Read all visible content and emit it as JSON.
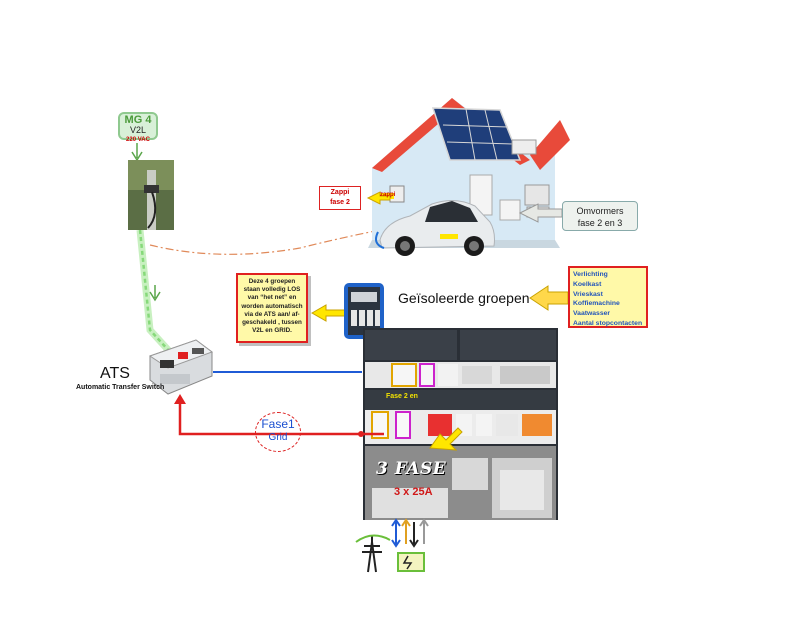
{
  "ev_source": {
    "brand": "MG 4",
    "mode": "V2L",
    "voltage": "220 VAC"
  },
  "ats": {
    "title": "ATS",
    "subtitle": "Automatic Transfer Switch"
  },
  "zappi": {
    "label_line1": "Zappi",
    "label_line2": "fase 2",
    "device_text": "zappi"
  },
  "inverters": {
    "line1": "Omvormers",
    "line2": "fase 2 en 3"
  },
  "isolated_note": {
    "lines": [
      "Deze 4 groepen",
      "staan volledig LOS",
      "van “het net” en",
      "worden automatisch",
      "via de ATS aan/ af-",
      "geschakeld , tussen",
      "V2L en GRID."
    ]
  },
  "isolated_groups": {
    "title": "Geïsoleerde groepen",
    "items": [
      "Verlichting",
      "Koelkast",
      "Vrieskast",
      "Koffiemachine",
      "Vaatwasser",
      "Aantal stopcontacten"
    ]
  },
  "grid_feed": {
    "phase_label": "Fase1",
    "source_label": "Grid"
  },
  "panel": {
    "phase_note": "Fase 2 en",
    "caption": "3 FASE",
    "capacity": "3 x 25A"
  },
  "colors": {
    "feed_red": "#e02020",
    "link_blue": "#1f5bd6",
    "v2l_green": "#86d97a",
    "cable_orange": "#e08a5a",
    "note_yellow": "#fff9a8"
  }
}
